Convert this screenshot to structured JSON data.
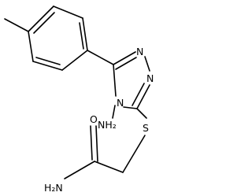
{
  "molecule": {
    "atoms": {
      "n_ring_top": "N",
      "n_ring_right": "N",
      "n4": "N",
      "amino": "NH₂",
      "sulfur": "S",
      "oxygen": "O",
      "amide": "H₂N"
    }
  }
}
